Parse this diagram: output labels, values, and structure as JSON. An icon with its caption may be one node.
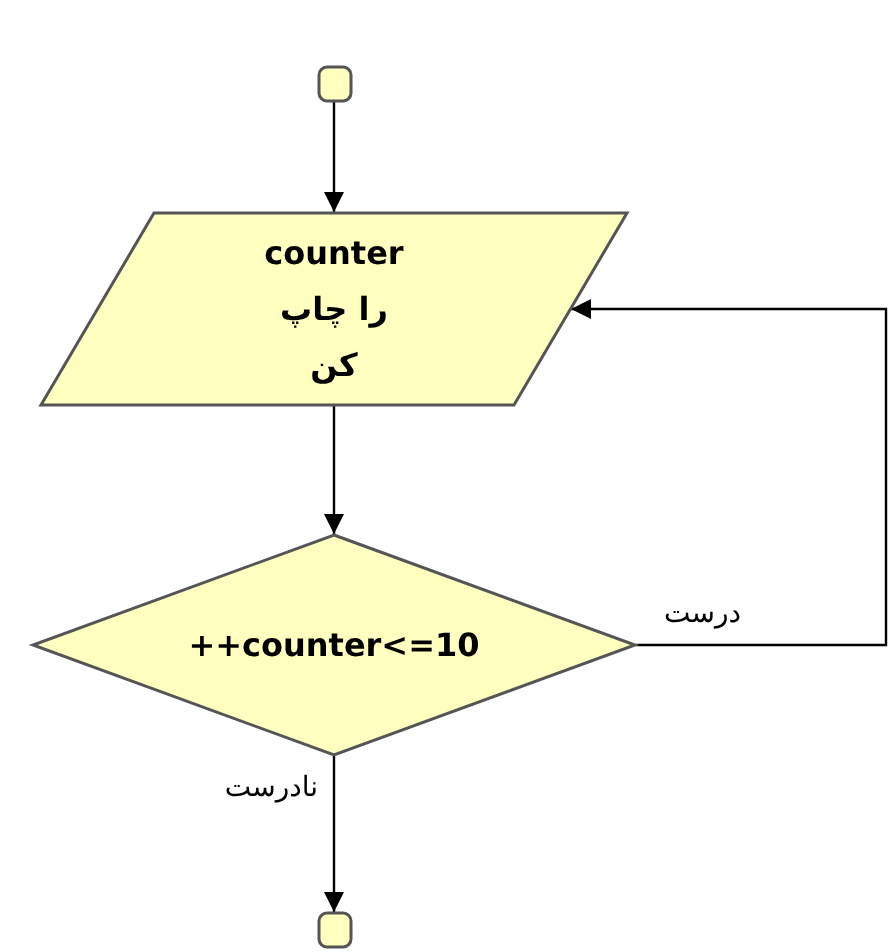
{
  "diagram": {
    "nodes": [
      {
        "text": [],
        "shape": "box"
      },
      {
        "text": [
          "counter را چاپ کن"
        ]
      },
      {
        "text": [
          "++counter<=10"
        ]
      },
      {
        "text": [],
        "shape": "box"
      }
    ],
    "edges": [
      {
        "from": 0,
        "to": 1,
        "arrow": "to"
      },
      {
        "from": 1,
        "to": 2,
        "arrow": "to"
      },
      {
        "from": 2,
        "to": 1,
        "arrow": "to",
        "label": "درست"
      },
      {
        "from": 2,
        "to": 3,
        "arrow": "to",
        "label": "نادرست"
      }
    ]
  }
}
